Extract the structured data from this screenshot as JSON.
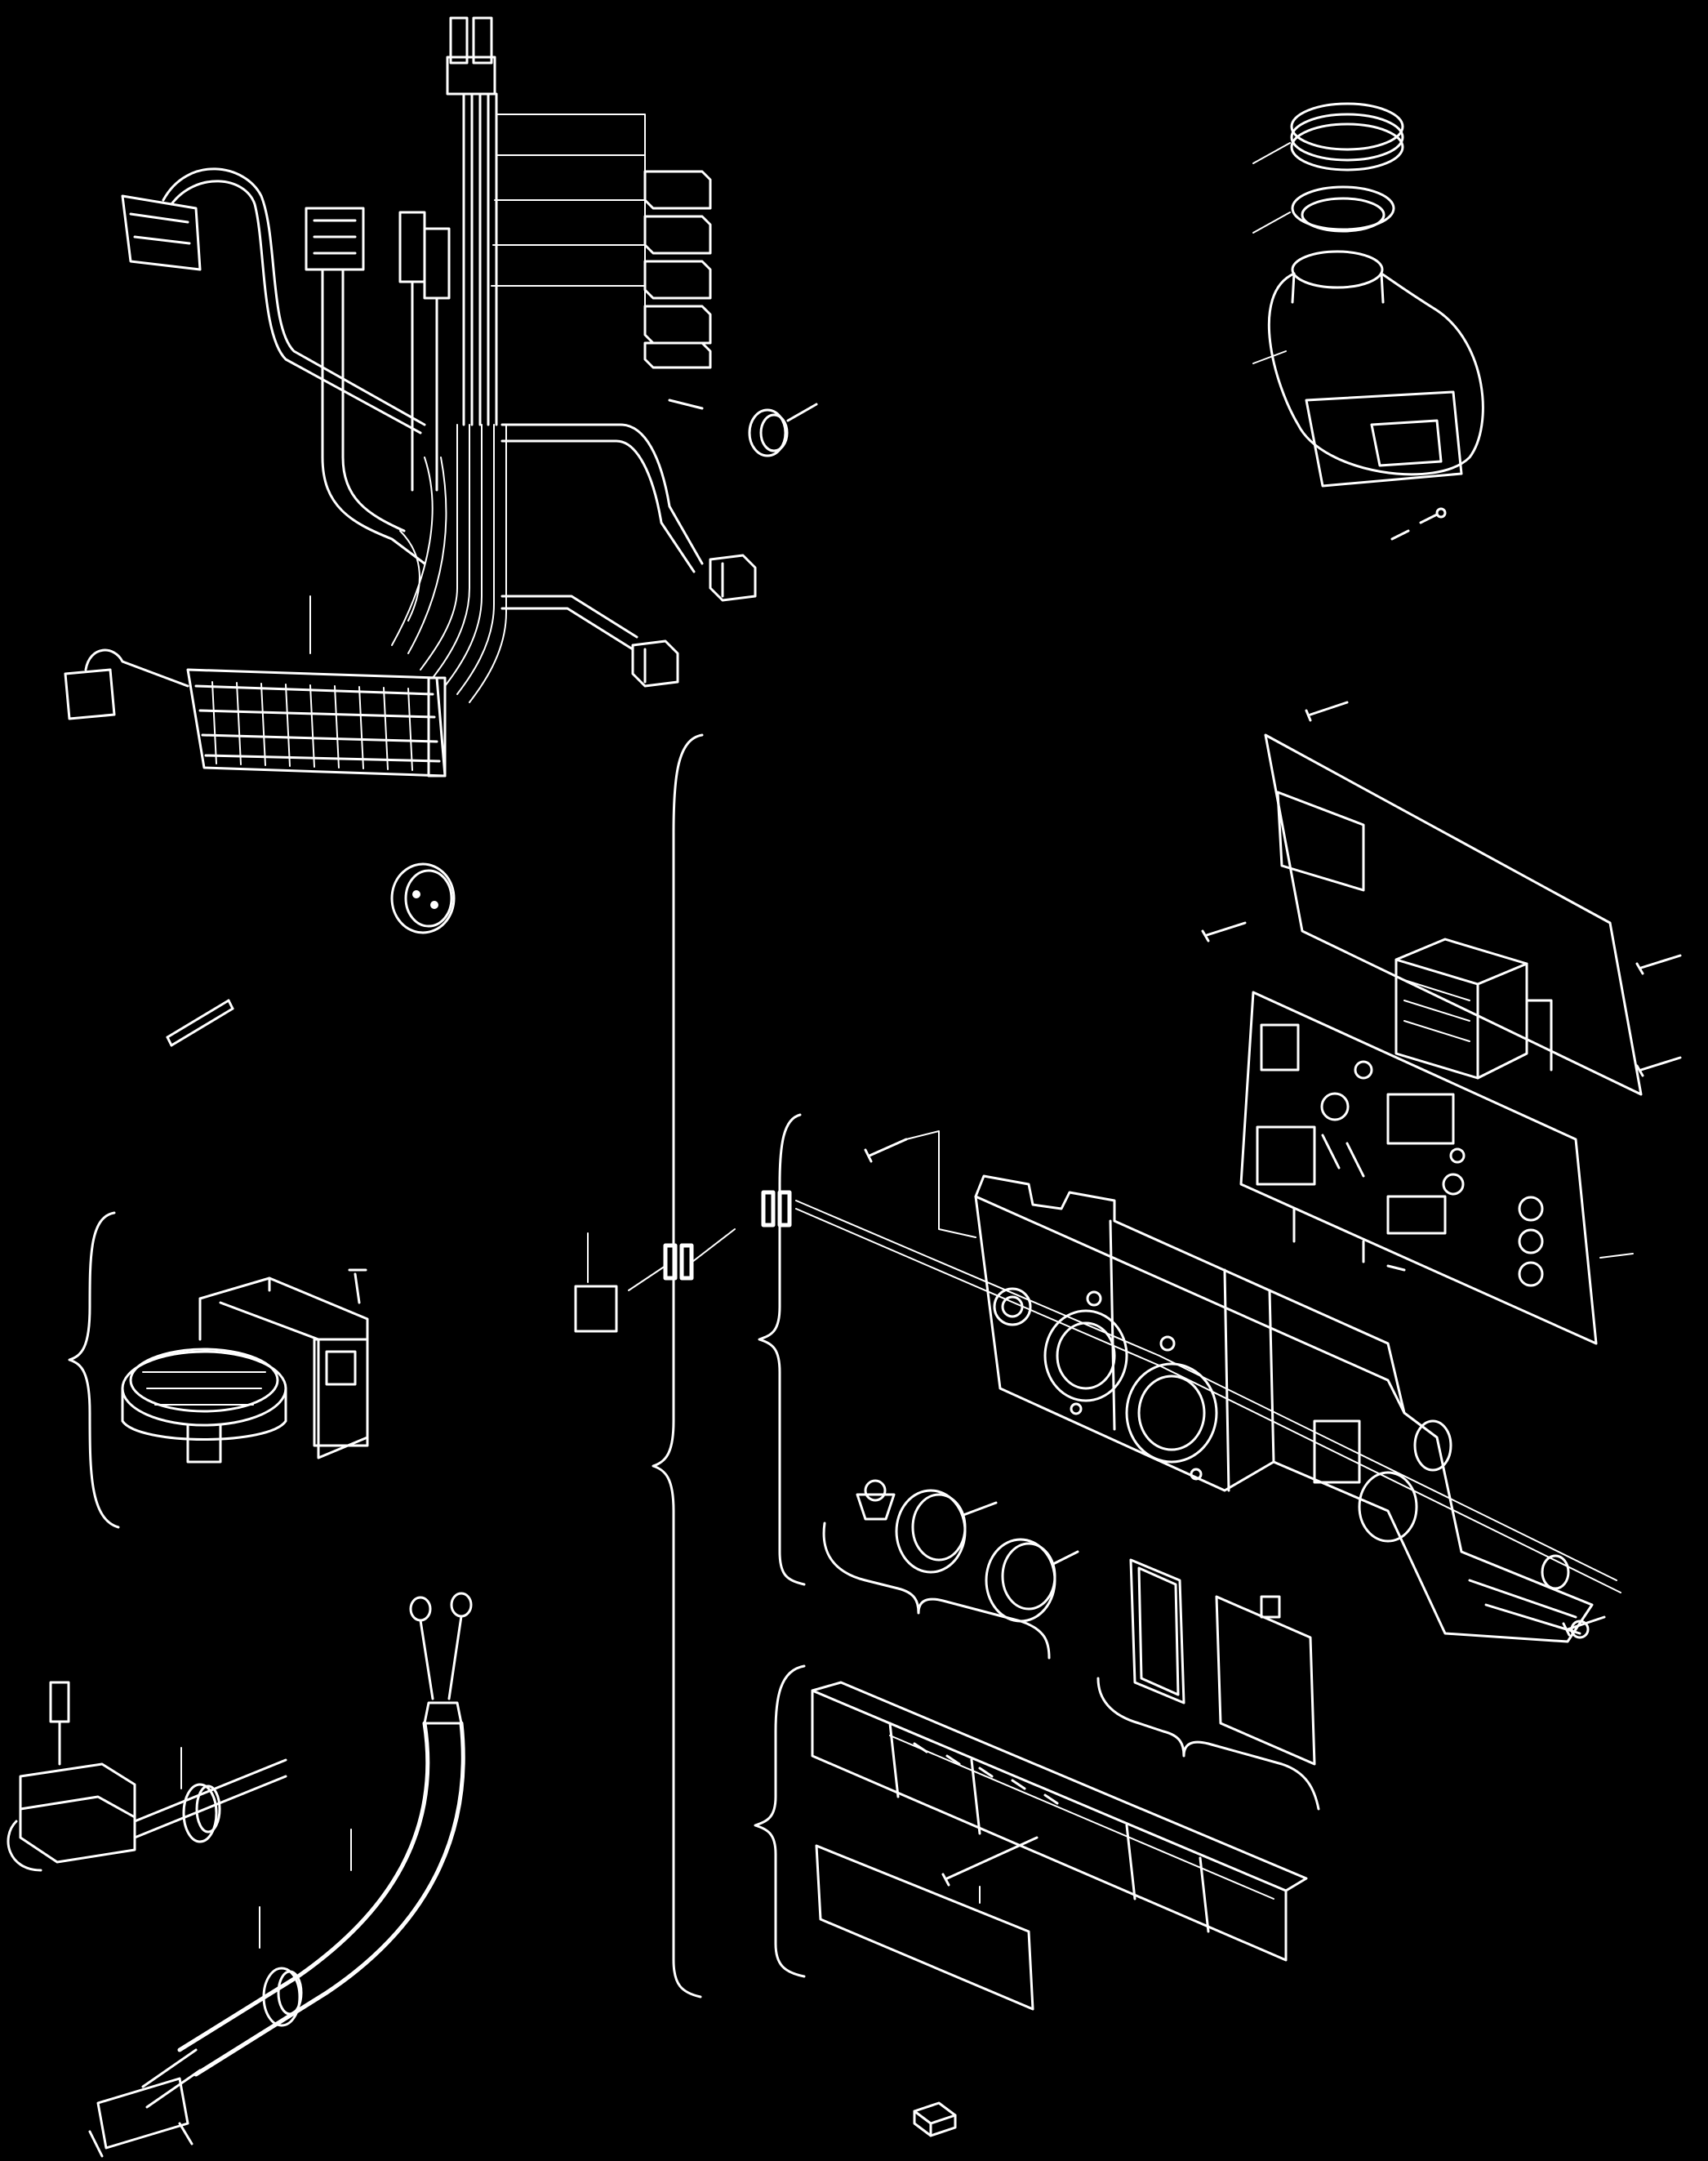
{
  "colors": {
    "background": "#000000",
    "linework": "#ffffff"
  },
  "parts": [
    "wiring-harness",
    "terminal-block",
    "grommet",
    "pin",
    "pressure-switch",
    "ignition-electrode",
    "flame-sensor-lead",
    "fan-assembly",
    "control-pcb",
    "transformer",
    "control-housing",
    "control-knobs",
    "fascia-windows",
    "front-panel",
    "cable-clip"
  ]
}
